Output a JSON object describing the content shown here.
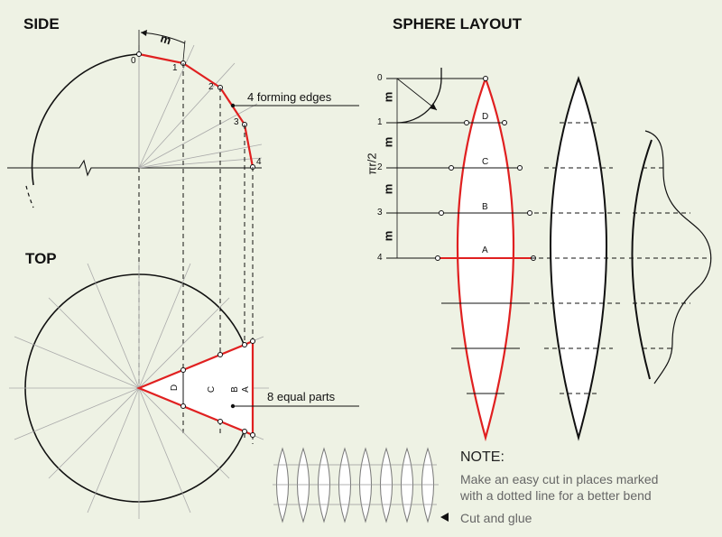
{
  "headings": {
    "side": "SIDE",
    "top": "TOP",
    "layout": "SPHERE LAYOUT"
  },
  "side": {
    "m": "m",
    "forming_edges": "4 forming edges",
    "points": [
      "0",
      "1",
      "2",
      "3",
      "4"
    ]
  },
  "top": {
    "equal_parts": "8 equal parts",
    "letters": [
      "D",
      "C",
      "B",
      "A"
    ]
  },
  "layout": {
    "rows": [
      "0",
      "1",
      "2",
      "3",
      "4"
    ],
    "m": "m",
    "pi_half": "πr/2",
    "letters": [
      "D",
      "C",
      "B",
      "A"
    ]
  },
  "note": {
    "title": "NOTE:",
    "line1": "Make an easy cut in places marked",
    "line2": "with a dotted line for a better bend",
    "cut": "Cut and glue"
  },
  "colors": {
    "background": "#eef2e4",
    "accent": "#e02020",
    "ink": "#111111"
  }
}
